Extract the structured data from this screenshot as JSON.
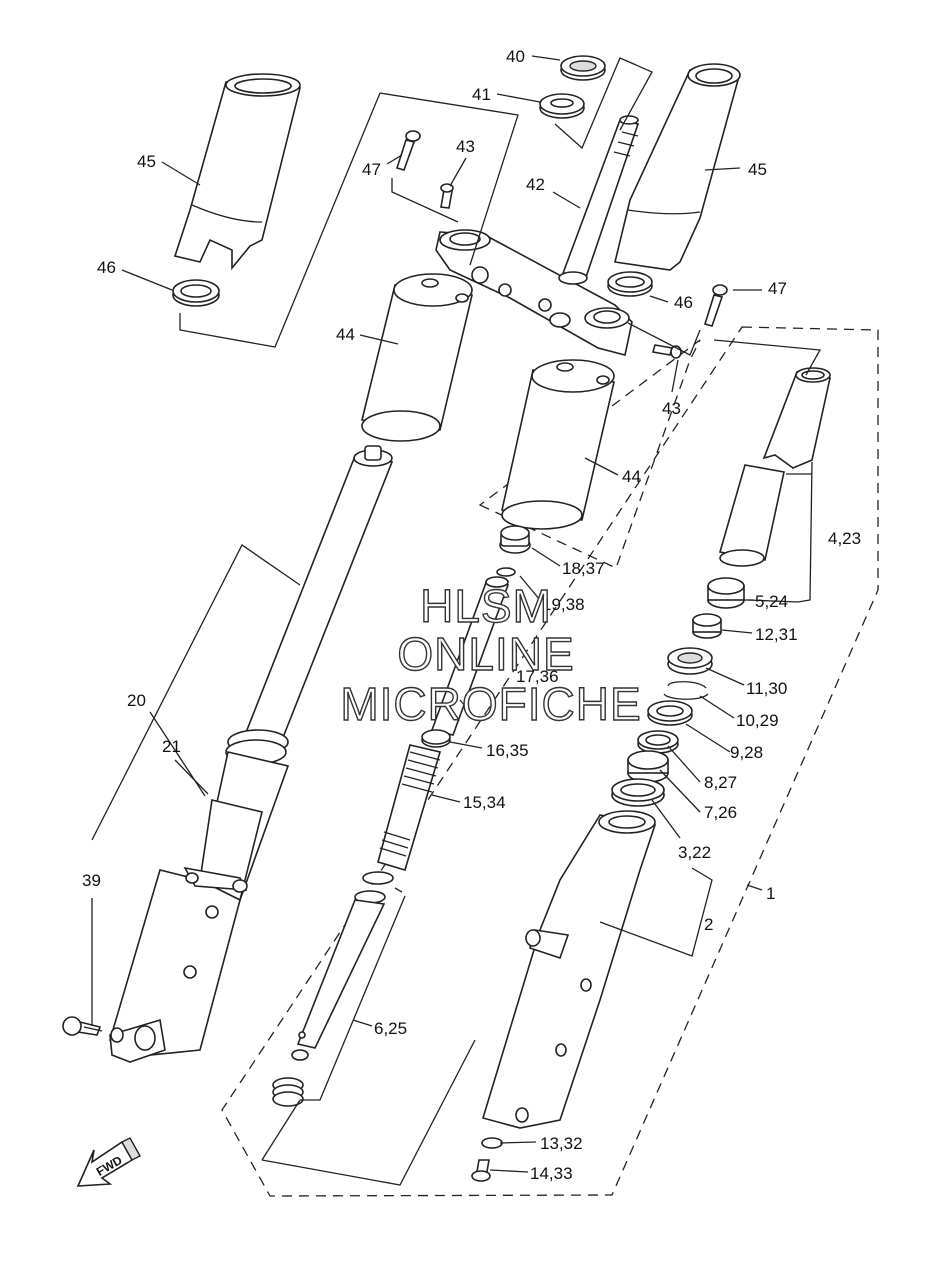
{
  "callouts": {
    "p1": "1",
    "p2": "2",
    "p3_22": "3,22",
    "p4_23": "4,23",
    "p5_24": "5,24",
    "p6_25": "6,25",
    "p7_26": "7,26",
    "p8_27": "8,27",
    "p9_28": "9,28",
    "p10_29": "10,29",
    "p11_30": "11,30",
    "p12_31": "12,31",
    "p13_32": "13,32",
    "p14_33": "14,33",
    "p15_34": "15,34",
    "p16_35": "16,35",
    "p17_36": "17,36",
    "p18_37": "18,37",
    "p19_38": "19,38",
    "p20": "20",
    "p21": "21",
    "p39": "39",
    "p40": "40",
    "p41": "41",
    "p42": "42",
    "p43a": "43",
    "p43b": "43",
    "p44a": "44",
    "p44b": "44",
    "p45a": "45",
    "p45b": "45",
    "p46a": "46",
    "p46b": "46",
    "p47a": "47",
    "p47b": "47"
  },
  "watermark": {
    "line1": "HLSM",
    "line2": "ONLINE",
    "line3": "MICROFICHE"
  },
  "direction_badge": "FWD",
  "colors": {
    "line": "#222222",
    "background": "#ffffff",
    "shade": "#dcdcdc"
  }
}
